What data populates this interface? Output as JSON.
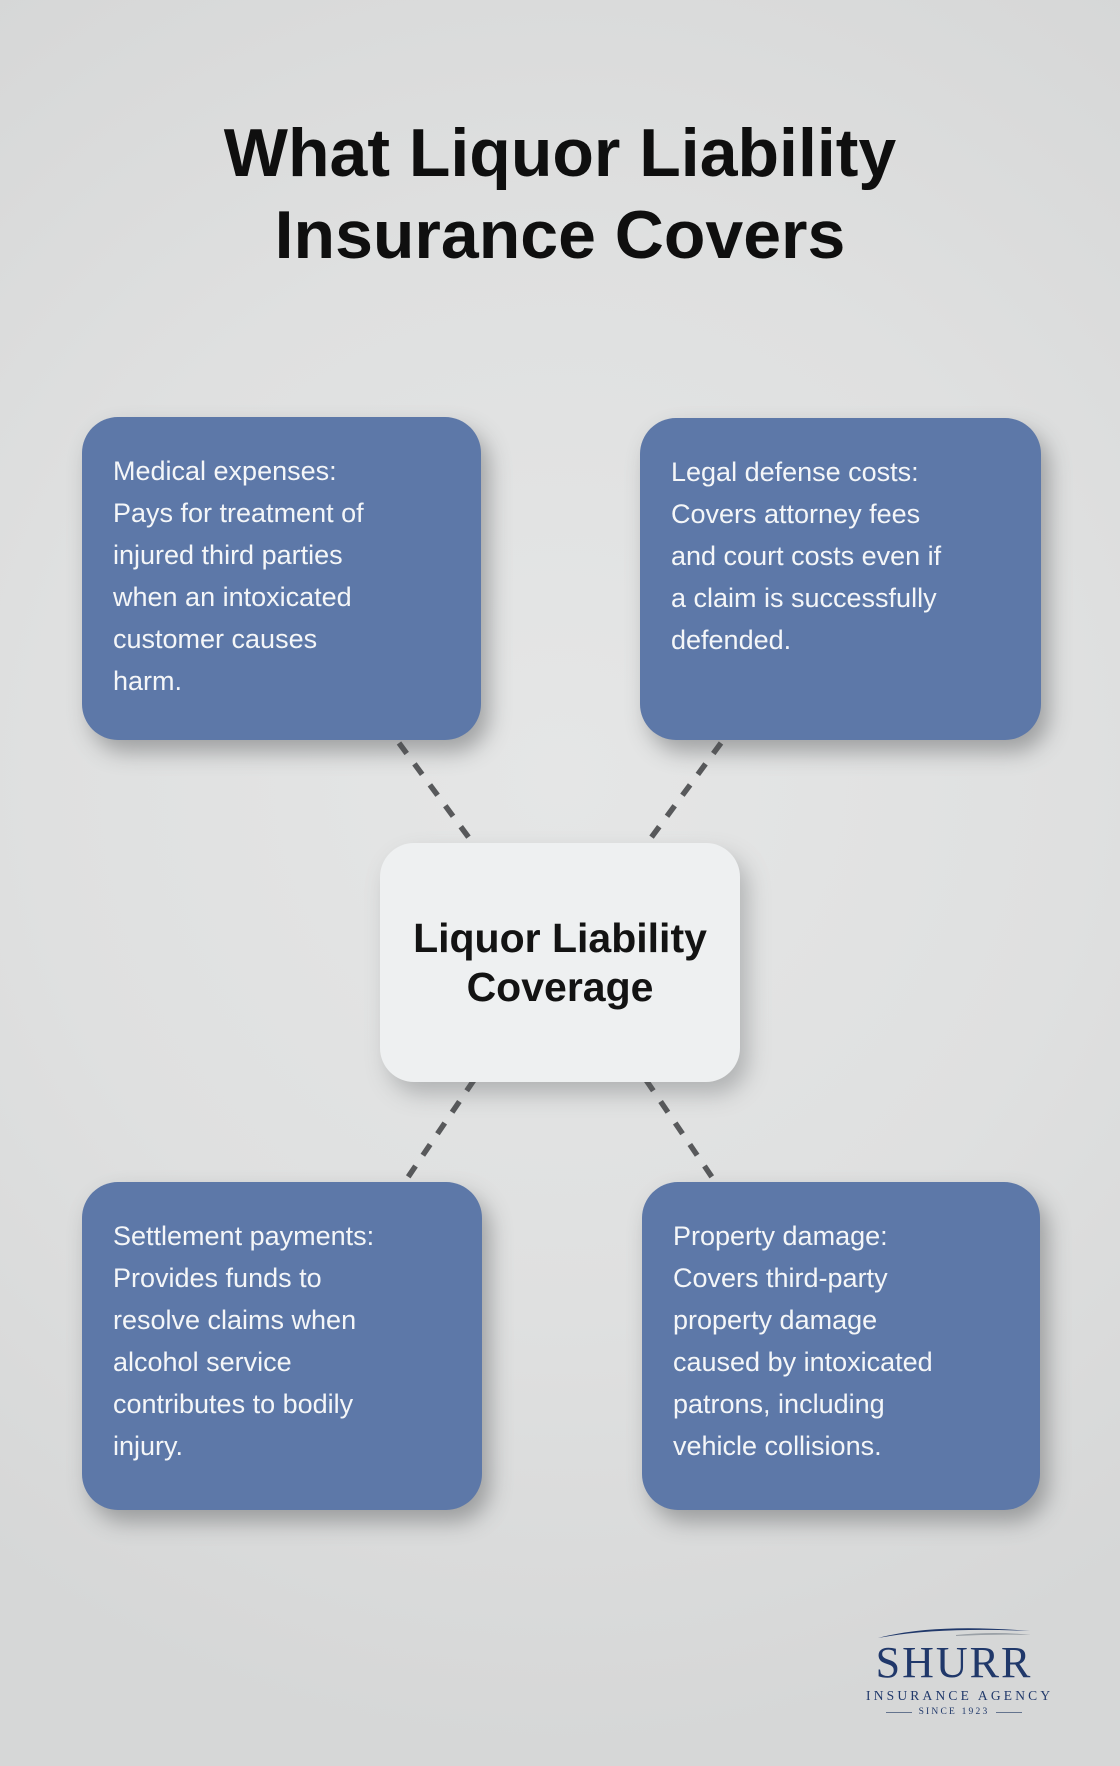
{
  "title": {
    "lines": [
      "What Liquor Liability",
      "Insurance Covers"
    ]
  },
  "center": {
    "lines": [
      "Liquor Liability",
      "Coverage"
    ]
  },
  "boxes": [
    {
      "id": "medical-expenses",
      "lines": [
        "Medical expenses:",
        "Pays for treatment of",
        "injured third parties",
        "when an intoxicated",
        "customer causes",
        "harm."
      ]
    },
    {
      "id": "legal-defense-costs",
      "lines": [
        "Legal defense costs:",
        "Covers attorney fees",
        "and court costs even if",
        "a claim is successfully",
        "defended."
      ]
    },
    {
      "id": "settlement-payments",
      "lines": [
        "Settlement payments:",
        "Provides funds to",
        "resolve claims when",
        "alcohol service",
        "contributes to bodily",
        "injury."
      ]
    },
    {
      "id": "property-damage",
      "lines": [
        "Property damage:",
        "Covers third-party",
        "property damage",
        "caused by intoxicated",
        "patrons, including",
        "vehicle collisions."
      ]
    }
  ],
  "logo": {
    "name": "SHURR",
    "subtitle": "INSURANCE AGENCY",
    "tagline": "SINCE 1923"
  },
  "colors": {
    "background": "#dfe0e0",
    "box_blue": "#5d78a8",
    "box_text": "#f4f6f8",
    "center_bg": "#eef0f1",
    "dash_gray": "#58595b",
    "title_text": "#0f0f0f",
    "logo_navy": "#20386a"
  }
}
